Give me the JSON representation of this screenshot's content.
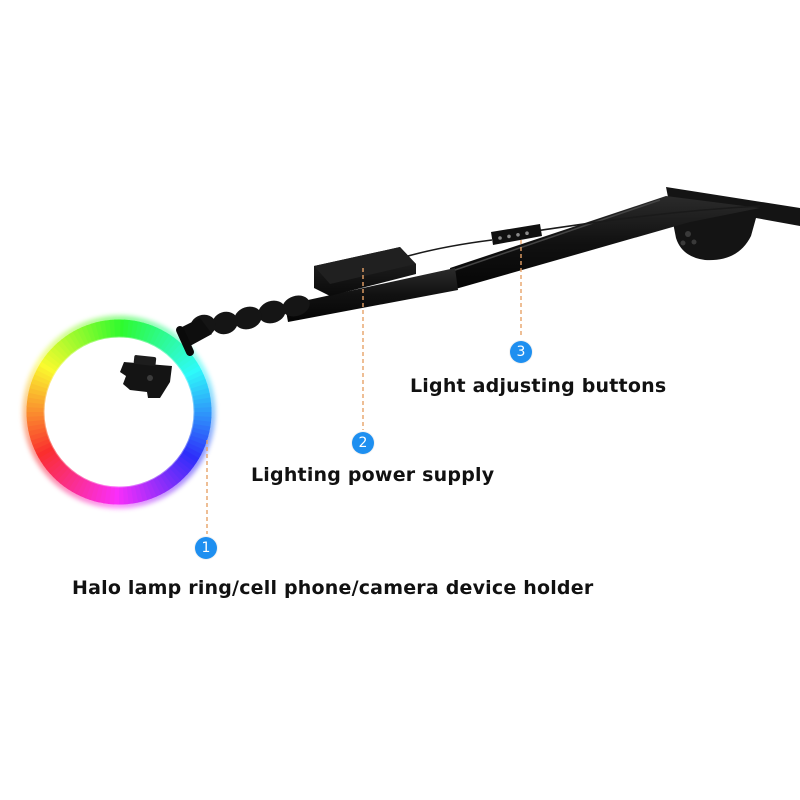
{
  "colors": {
    "badge": "#1e8ff0",
    "leader_line": "#e7a268",
    "label_text": "#111111",
    "device_body": "#111111"
  },
  "callouts": [
    {
      "number": "1",
      "label": "Halo lamp ring/cell phone/camera device holder"
    },
    {
      "number": "2",
      "label": "Lighting power supply"
    },
    {
      "number": "3",
      "label": "Light adjusting buttons"
    }
  ]
}
